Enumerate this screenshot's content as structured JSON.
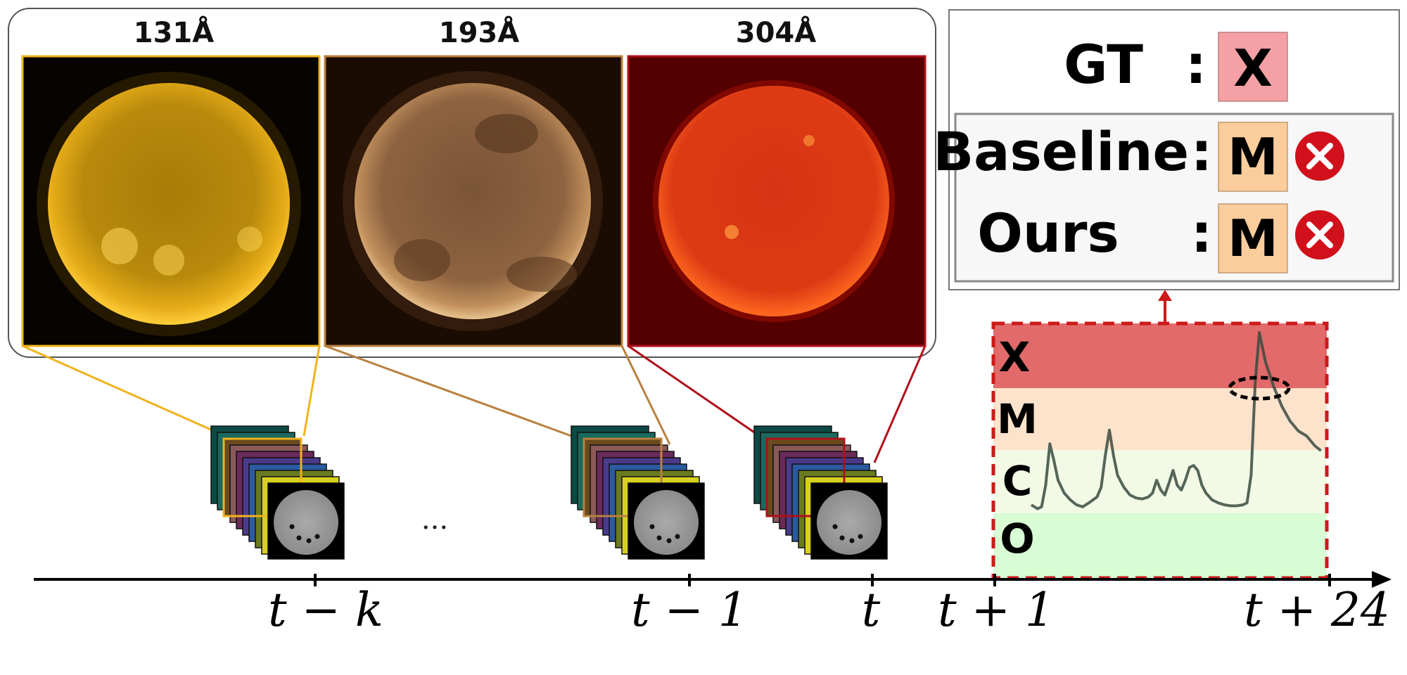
{
  "wavelength_panels": [
    {
      "label": "131Å",
      "color": "#f0b31c"
    },
    {
      "label": "193Å",
      "color": "#b9803f"
    },
    {
      "label": "304Å",
      "color": "#b0101a"
    }
  ],
  "ellipsis": "...",
  "timeline": {
    "labels": [
      "t − k",
      "t − 1",
      "t",
      "t + 1",
      "t + 24"
    ]
  },
  "results": {
    "gt": {
      "label": "GT",
      "sep": ":",
      "value": "X",
      "color": "#f4a0a4"
    },
    "baseline": {
      "label": "Baseline",
      "sep": ":",
      "value": "M",
      "color": "#fccd9c",
      "status": "wrong"
    },
    "ours": {
      "label": "Ours",
      "sep": ":",
      "value": "M",
      "color": "#fccd9c",
      "status": "wrong"
    },
    "wrong_icon": "×"
  },
  "forecast_bands": [
    {
      "label": "X",
      "color": "#e26a6a"
    },
    {
      "label": "M",
      "color": "#fde3cc"
    },
    {
      "label": "C",
      "color": "#f2fae6"
    },
    {
      "label": "O",
      "color": "#d8fcd4"
    }
  ]
}
